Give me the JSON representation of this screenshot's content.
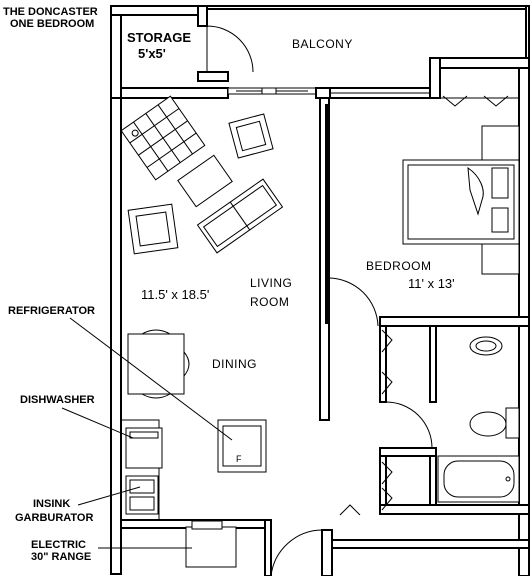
{
  "title": {
    "line1": "THE DONCASTER",
    "line2": "ONE BEDROOM"
  },
  "rooms": {
    "storage_name": "STORAGE",
    "storage_size": "5'x5'",
    "balcony": "BALCONY",
    "living_line1": "LIVING",
    "living_line2": "ROOM",
    "living_size": "11.5' x 18.5'",
    "dining": "DINING",
    "bedroom": "BEDROOM",
    "bedroom_size": "11' x 13'"
  },
  "callouts": {
    "refrigerator": "REFRIGERATOR",
    "dishwasher": "DISHWASHER",
    "garburator_line1": "INSINK",
    "garburator_line2": "GARBURATOR",
    "range_line1": "ELECTRIC",
    "range_line2": "30\" RANGE"
  },
  "fixtures": {
    "fridge_mark": "F"
  }
}
